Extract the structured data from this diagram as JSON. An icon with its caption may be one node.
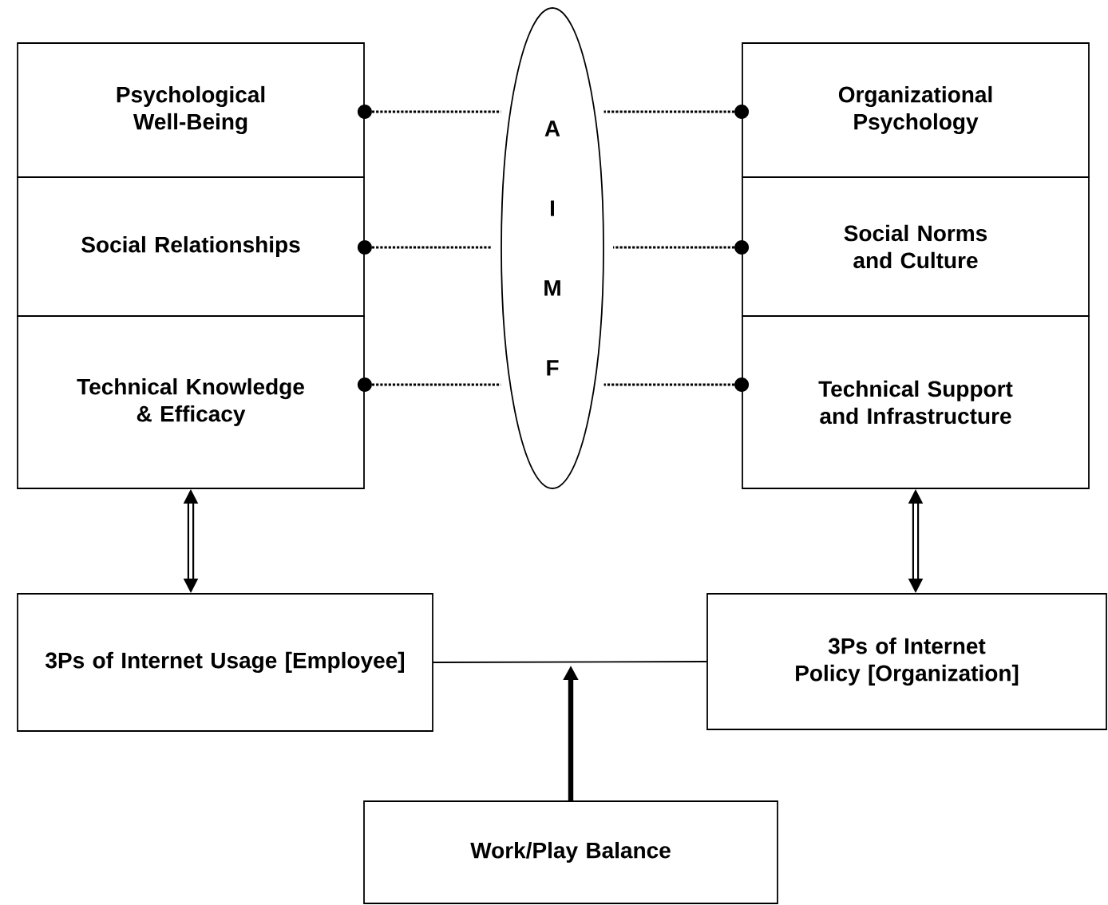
{
  "diagram": {
    "nodes": [
      {
        "text": [
          "Psychological Well-Being"
        ]
      },
      {
        "text": [
          "Social Relationships"
        ]
      },
      {
        "text": [
          "Technical Knowledge & Efficacy"
        ]
      },
      {
        "text": [
          "Organizational Psychology"
        ]
      },
      {
        "text": [
          "Social Norms and Culture"
        ]
      },
      {
        "text": [
          "Technical Support and Infrastructure"
        ]
      },
      {
        "text": [
          "A I M F"
        ]
      },
      {
        "text": [
          "3Ps of Internet Usage [Employee]"
        ]
      },
      {
        "text": [
          "3Ps of Internet Policy [Organization]"
        ]
      },
      {
        "text": [
          "Work/Play Balance"
        ]
      }
    ],
    "edges": [
      {
        "from": 0,
        "to": 6,
        "arrow": "other",
        "style": "dashed"
      },
      {
        "from": 1,
        "to": 6,
        "arrow": "other",
        "style": "dashed"
      },
      {
        "from": 2,
        "to": 6,
        "arrow": "other",
        "style": "dashed"
      },
      {
        "from": 3,
        "to": 6,
        "arrow": "other",
        "style": "dashed"
      },
      {
        "from": 4,
        "to": 6,
        "arrow": "other",
        "style": "dashed"
      },
      {
        "from": 5,
        "to": 6,
        "arrow": "other",
        "style": "dashed"
      },
      {
        "from": 2,
        "to": 7,
        "arrow": "both",
        "style": "thick"
      },
      {
        "from": 5,
        "to": 8,
        "arrow": "both",
        "style": "thick"
      },
      {
        "from": 7,
        "to": 8,
        "arrow": "none"
      },
      {
        "from": 9,
        "to": null,
        "arrow": "to",
        "style": "thick"
      }
    ]
  }
}
